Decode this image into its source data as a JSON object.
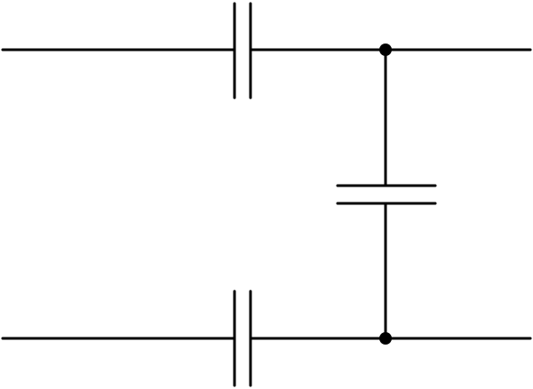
{
  "diagram": {
    "type": "circuit-schematic",
    "description_free": true,
    "components": [
      {
        "id": "c-top",
        "kind": "capacitor",
        "orientation": "vertical-plates"
      },
      {
        "id": "c-shunt",
        "kind": "capacitor",
        "orientation": "horizontal-plates"
      },
      {
        "id": "c-bottom",
        "kind": "capacitor",
        "orientation": "vertical-plates"
      }
    ],
    "junctions": [
      "top-right-node",
      "bottom-right-node"
    ],
    "colors": {
      "stroke": "#000000",
      "background": "#ffffff"
    }
  }
}
